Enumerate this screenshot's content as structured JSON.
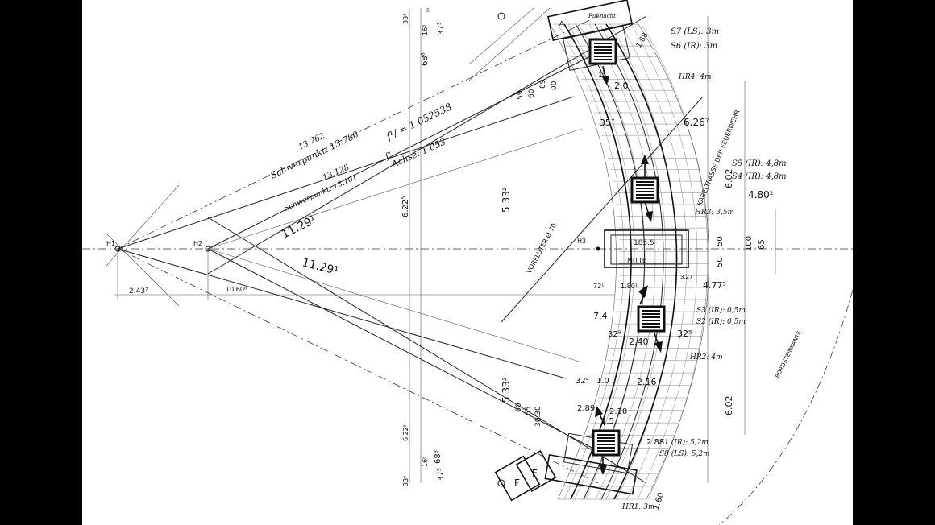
{
  "drawing": {
    "points": {
      "h1": "H1",
      "h2": "H2",
      "h3": "H3"
    },
    "center_box": {
      "label": "MITTE",
      "dim": "185.5"
    },
    "radii": {
      "r1": "11.29¹",
      "r2": "11.29¹",
      "d1": "13.762",
      "d2": "13.128",
      "c1": "Schwerpunkt: 13.780",
      "c2": "Schwerpunkt: 13.101",
      "f1": "f¹/ = 1.052538",
      "f2": "f²",
      "ratio": "Achse: 1.053"
    },
    "bottom_dims": {
      "h1_h2": "2.43⁷",
      "h2_h3": "10.60⁶"
    },
    "left_dims": [
      "33⁶",
      "16⁸",
      "68⁸",
      "6.22⁵",
      "6.22⁵",
      "68⁸",
      "16⁸",
      "33⁶",
      "37³",
      "37³",
      "1⁰"
    ],
    "center_dims": [
      "5.33²",
      "5.33²",
      "35⁷",
      "1⁴",
      "2.0",
      "60",
      "59",
      "09",
      "00",
      "72¹",
      "1.80¹",
      "7.4",
      "32⁹",
      "2.40",
      "32⁴",
      "1.0",
      "2.16",
      "60",
      "65",
      "30.30",
      "2.89",
      "2.10",
      "1.5",
      "2.88",
      "1.88",
      "3.27"
    ],
    "right_dims": [
      "6.26⁷",
      "6.02",
      "4.80²",
      "50",
      "50",
      "100",
      "65",
      "4.77⁵",
      "32⁵",
      "6.02",
      "1.60"
    ],
    "annotations": {
      "s7": "S7 (LS): 3m",
      "s6": "S6 (IR): 3m",
      "hr4": "HR4: 4m",
      "s5": "S5 (IR): 4,8m",
      "s4": "S4 (IR): 4,8m",
      "hr3": "HR3: 3,5m",
      "s3": "S3 (IR): 0,5m",
      "s2": "S2 (IR): 0,5m",
      "hr2": "HR2: 4m",
      "s1": "S1 (IR): 5,2m",
      "s8": "S8 (LS): 5,2m",
      "hr1": "HR1: 3m",
      "top_label": "Fußnacht",
      "side1": "KABELTRASSE DER FEUERWEHR",
      "side2": "VORFLUTER Ø 70",
      "side3": "BORDSTEINKANTE",
      "corner_top": "A",
      "corner_bottom_a": "F",
      "corner_bottom_b": "F"
    }
  }
}
